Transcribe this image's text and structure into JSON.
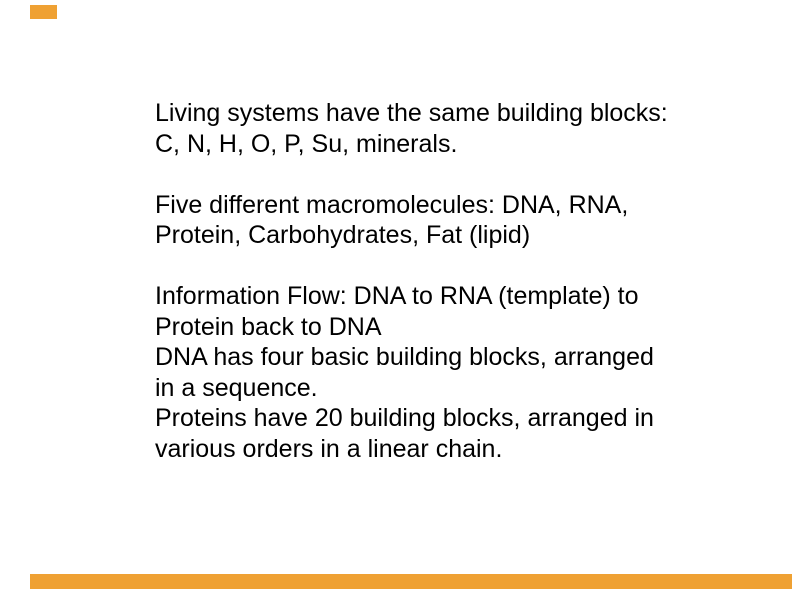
{
  "slide": {
    "accent_color": "#EFA133",
    "text_color": "#000000",
    "background_color": "#FFFFFF",
    "paragraphs": [
      {
        "lines": [
          "Living systems have the same building blocks:",
          "C, N, H, O, P, Su, minerals."
        ]
      },
      {
        "lines": [
          "Five different macromolecules: DNA, RNA,",
          "Protein, Carbohydrates, Fat (lipid)"
        ]
      },
      {
        "lines": [
          "Information Flow: DNA to RNA (template) to",
          "Protein back to DNA",
          "DNA has four basic building blocks, arranged",
          "in a sequence.",
          "Proteins have 20 building blocks, arranged in",
          "various orders in a linear chain."
        ]
      }
    ]
  }
}
